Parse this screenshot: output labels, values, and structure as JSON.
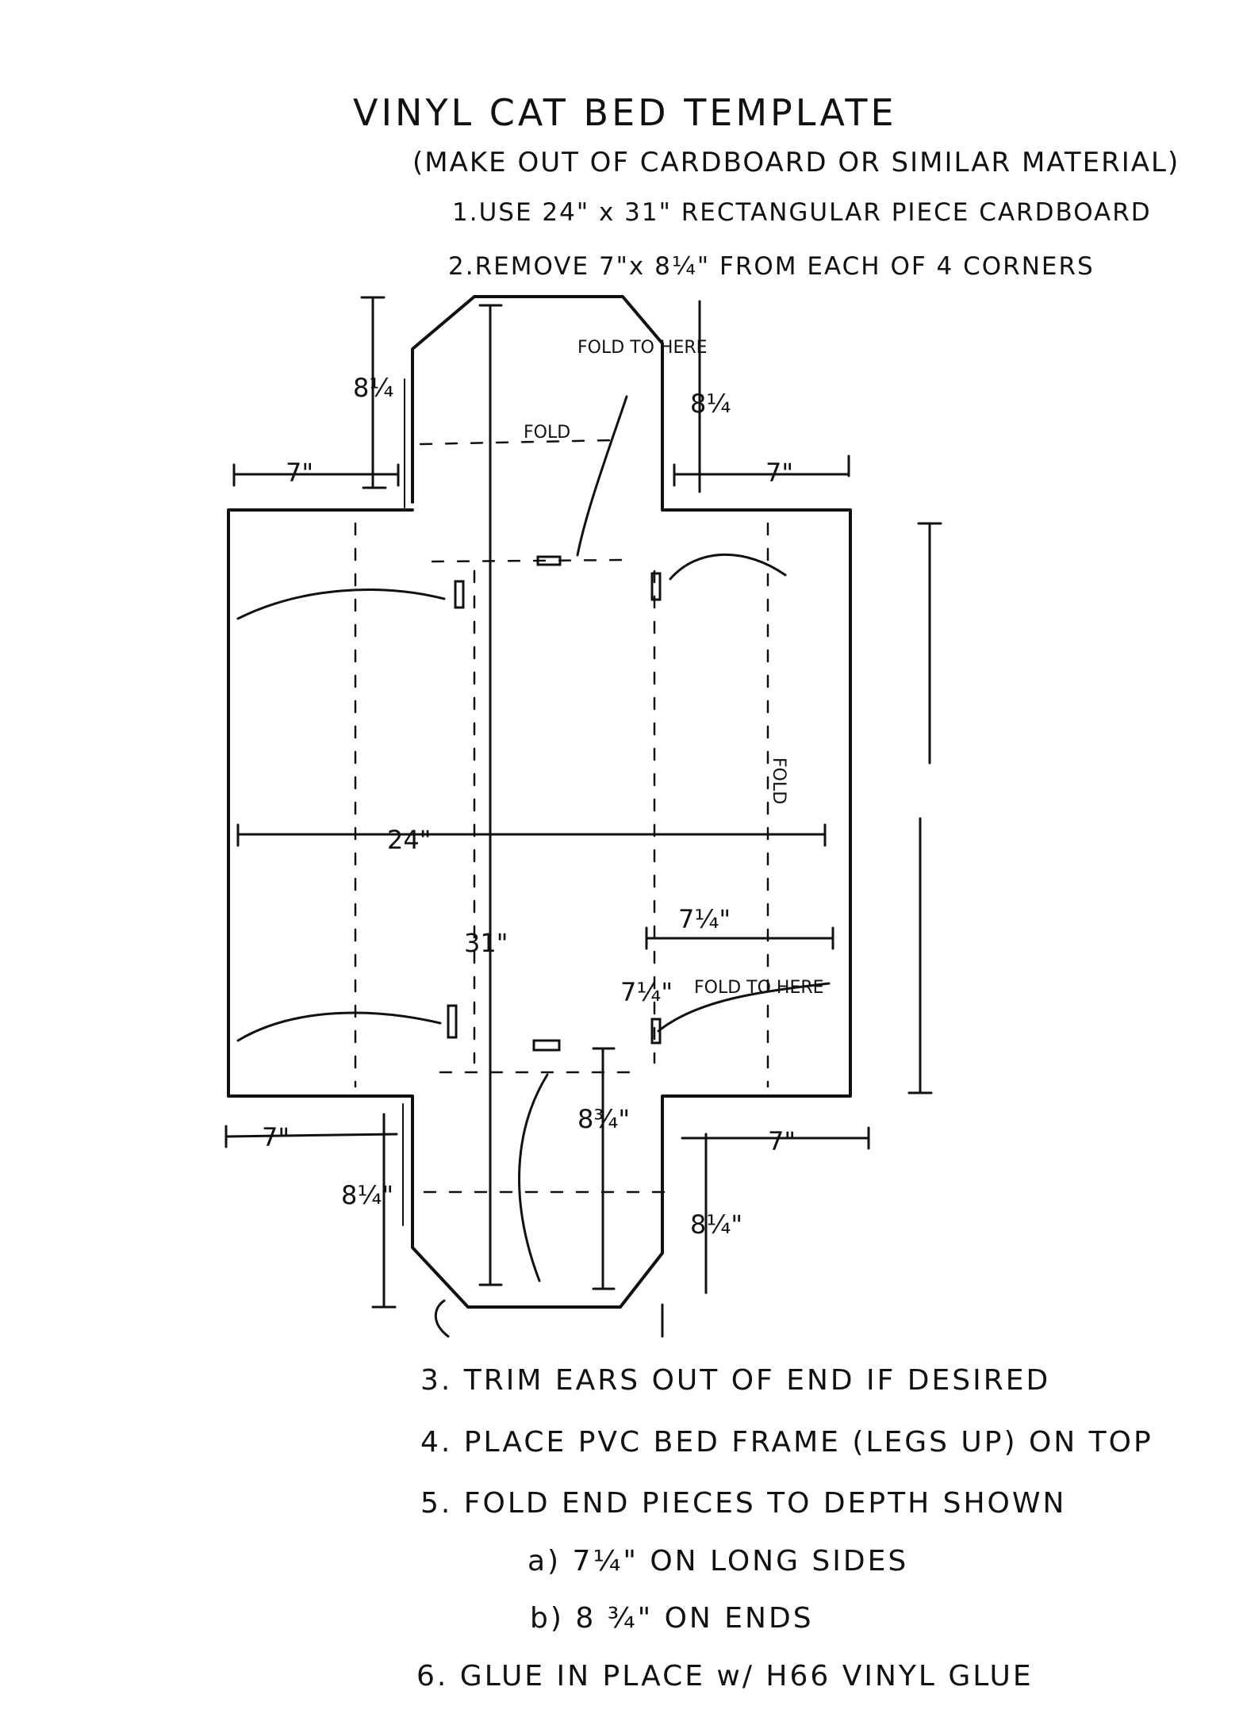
{
  "header": {
    "title": "VINYL CAT BED TEMPLATE",
    "subtitle": "(MAKE OUT OF CARDBOARD OR SIMILAR MATERIAL)",
    "step1": "1.USE 24\" x 31\" RECTANGULAR PIECE CARDBOARD",
    "step2": "2.REMOVE 7\"x 8¼\" FROM EACH OF 4 CORNERS"
  },
  "diagram": {
    "dim_top_left_height": "8¼",
    "dim_top_right_height": "8¼",
    "dim_top_left_width": "7\"",
    "dim_top_right_width": "7\"",
    "dim_bottom_left_width": "7\"",
    "dim_bottom_right_width": "7\"",
    "dim_bottom_left_height": "8¼\"",
    "dim_bottom_right_height": "8¼\"",
    "dim_width": "24\"",
    "dim_length": "31\"",
    "dim_end_depth": "8¾\"",
    "dim_side_depth_h": "7¼\"",
    "dim_side_depth_v": "7¼\"",
    "label_fold_top": "FOLD",
    "label_fold_to_here_top": "FOLD TO HERE",
    "label_fold_side": "FOLD",
    "label_fold_to_here_bottom": "FOLD TO HERE"
  },
  "instructions": [
    "3. TRIM EARS OUT OF END IF DESIRED",
    "4. PLACE PVC BED FRAME (LEGS UP) ON TOP",
    "5. FOLD END PIECES TO DEPTH SHOWN",
    "a) 7¼\" ON LONG SIDES",
    "b) 8 ¾\" ON ENDS",
    "6. GLUE IN PLACE w/ H66 VINYL GLUE"
  ]
}
